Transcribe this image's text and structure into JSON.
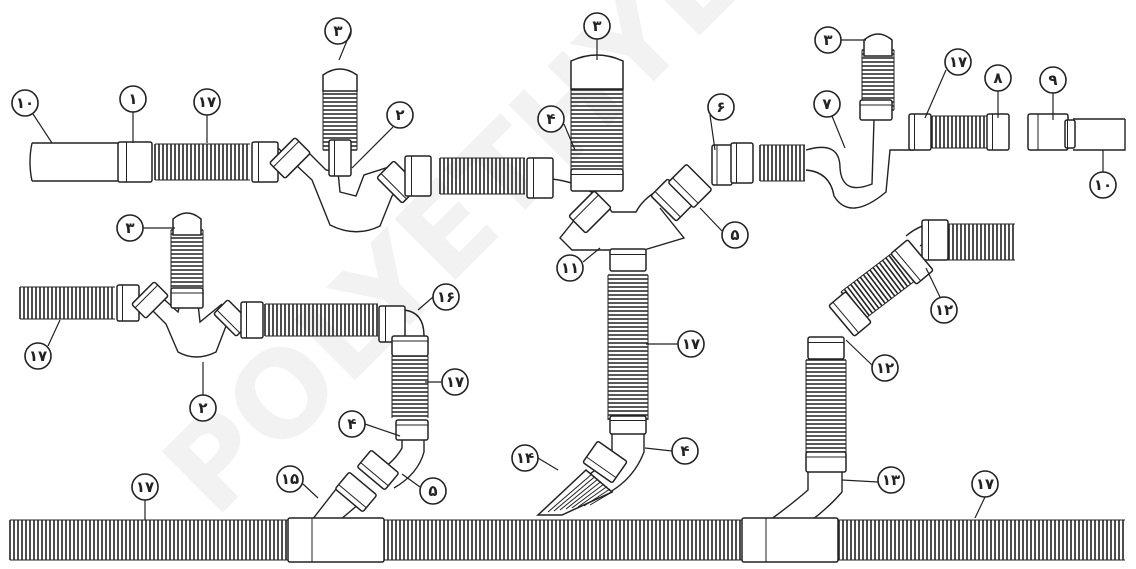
{
  "diagram": {
    "labels": {
      "n1": "۱",
      "n2": "۲",
      "n3": "۳",
      "n4": "۴",
      "n5": "۵",
      "n6": "۶",
      "n7": "۷",
      "n8": "۸",
      "n9": "۹",
      "n10": "۱۰",
      "n11": "۱۱",
      "n12": "۱۲",
      "n13": "۱۳",
      "n14": "۱۴",
      "n15": "۱۵",
      "n16": "۱۶",
      "n17": "۱۷"
    },
    "watermark": "POLYETHYLENE.C"
  }
}
